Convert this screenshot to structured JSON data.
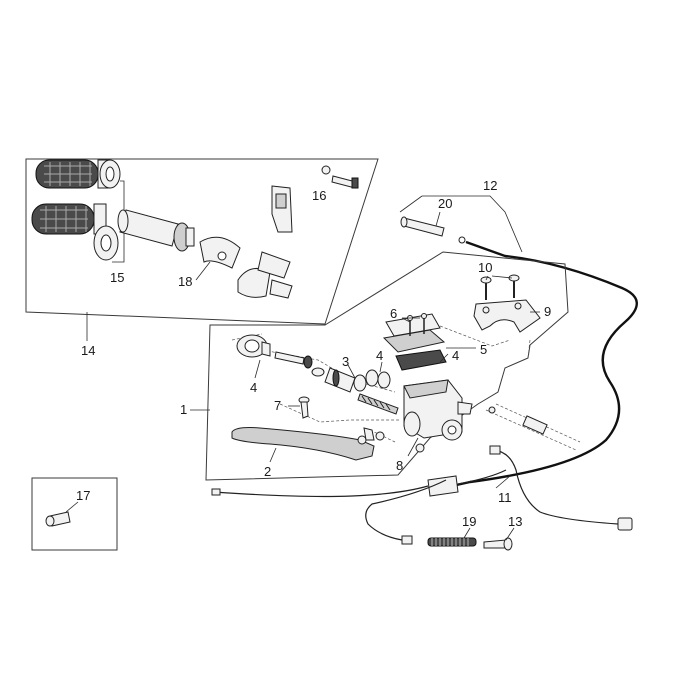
{
  "callouts": {
    "c1": "1",
    "c2": "2",
    "c3": "3",
    "c4a": "4",
    "c4b": "4",
    "c4c": "4",
    "c5": "5",
    "c6": "6",
    "c7": "7",
    "c8": "8",
    "c9": "9",
    "c10": "10",
    "c11": "11",
    "c12": "12",
    "c13": "13",
    "c14": "14",
    "c15": "15",
    "c16": "16",
    "c17": "17",
    "c18": "18",
    "c19": "19",
    "c20": "20"
  }
}
